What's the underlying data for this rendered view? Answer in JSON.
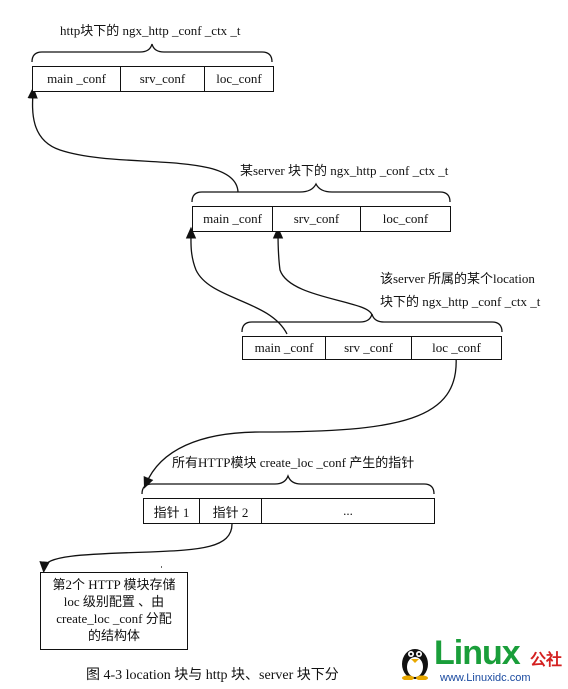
{
  "labels": {
    "http_block": "http块下的 ngx_http _conf _ctx _t",
    "server_block": "某server 块下的 ngx_http _conf _ctx _t",
    "location_block_line1": "该server 所属的某个location",
    "location_block_line2": "块下的 ngx_http _conf _ctx _t",
    "pointer_label": "所有HTTP模块 create_loc _conf 产生的指针"
  },
  "http_box": [
    "main _conf",
    "srv_conf",
    "loc_conf"
  ],
  "server_box": [
    "main _conf",
    "srv_conf",
    "loc_conf"
  ],
  "location_box": [
    "main _conf",
    "srv _conf",
    "loc _conf"
  ],
  "pointer_box": [
    "指针 1",
    "指针 2",
    "..."
  ],
  "note_box": [
    "第2个 HTTP 模块存储",
    "loc 级别配置 、由",
    "create_loc _conf 分配",
    "的结构体"
  ],
  "caption": "图 4-3    location 块与 http 块、server 块下分",
  "watermark": {
    "brand": "Linux",
    "suffix": "公社",
    "url": "www.Linuxidc.com"
  }
}
